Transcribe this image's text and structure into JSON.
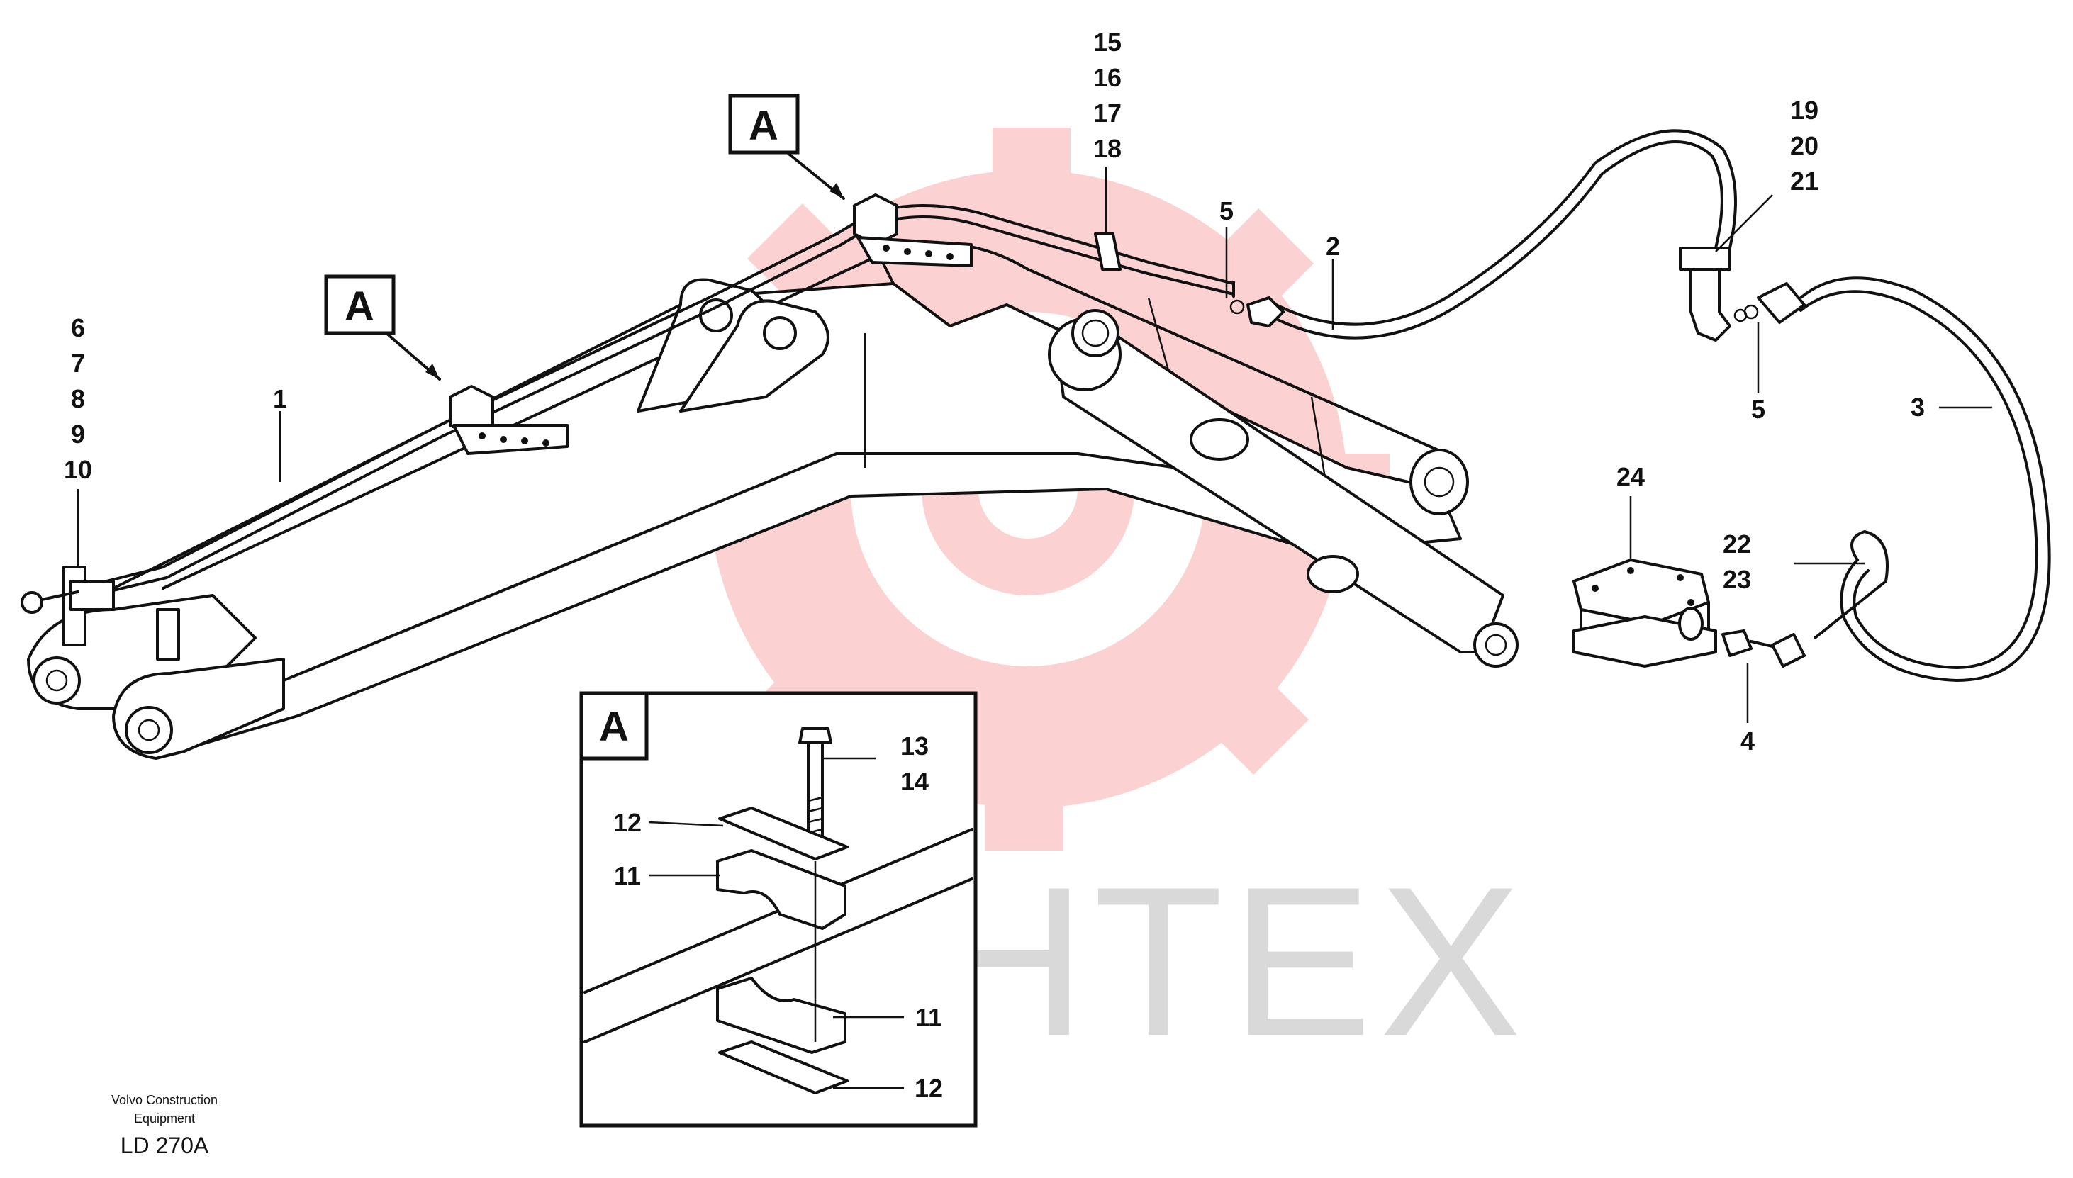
{
  "watermark": {
    "text": "ИНТЕХ",
    "color": "#f05a5a"
  },
  "callouts": {
    "c1": [
      "1"
    ],
    "c2": [
      "2"
    ],
    "c3": [
      "3"
    ],
    "c4": [
      "4"
    ],
    "c5a": [
      "5"
    ],
    "c5b": [
      "5"
    ],
    "c6_10": [
      "6",
      "7",
      "8",
      "9",
      "10"
    ],
    "c15_18": [
      "15",
      "16",
      "17",
      "18"
    ],
    "c19_21": [
      "19",
      "20",
      "21"
    ],
    "c22_23": [
      "22",
      "23"
    ],
    "c24": [
      "24"
    ]
  },
  "section_marker": "A",
  "detail": {
    "label": "A",
    "callouts": {
      "c13_14": [
        "13",
        "14"
      ],
      "c12_top": [
        "12"
      ],
      "c11_top": [
        "11"
      ],
      "c11_bot": [
        "11"
      ],
      "c12_bot": [
        "12"
      ]
    }
  },
  "credit": {
    "line1": "Volvo Construction",
    "line2": "Equipment",
    "code": "LD 270A"
  }
}
